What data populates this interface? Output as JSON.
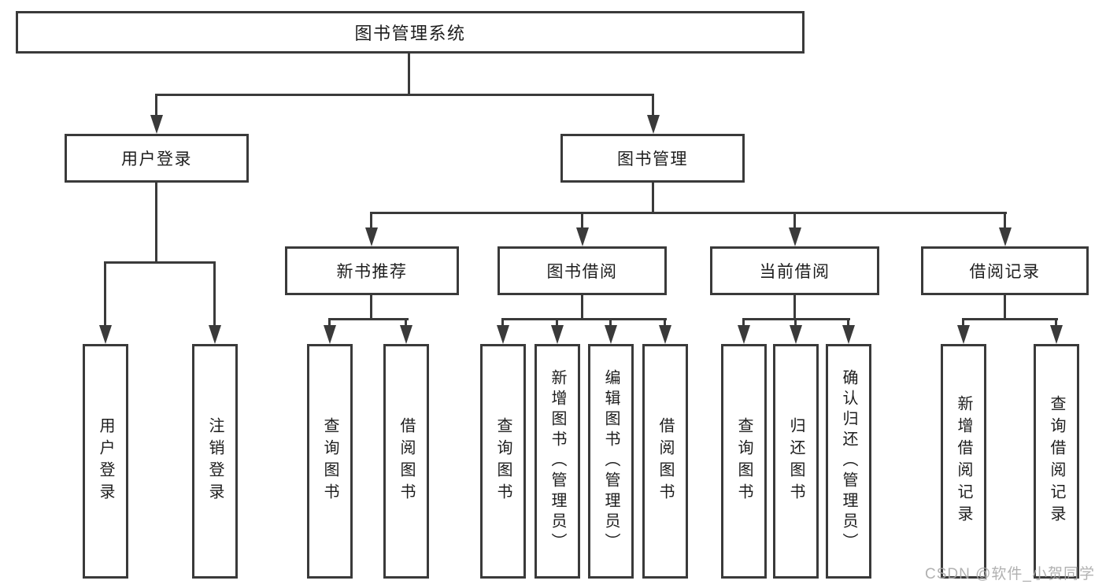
{
  "tree": {
    "root": {
      "label": "图书管理系统",
      "children": [
        {
          "label": "用户登录",
          "children": [
            {
              "label": "用户登录"
            },
            {
              "label": "注销登录"
            }
          ]
        },
        {
          "label": "图书管理",
          "children": [
            {
              "label": "新书推荐",
              "children": [
                {
                  "label": "查询图书"
                },
                {
                  "label": "借阅图书"
                }
              ]
            },
            {
              "label": "图书借阅",
              "children": [
                {
                  "label": "查询图书"
                },
                {
                  "label": "新增图书（管理员）"
                },
                {
                  "label": "编辑图书（管理员）"
                },
                {
                  "label": "借阅图书"
                }
              ]
            },
            {
              "label": "当前借阅",
              "children": [
                {
                  "label": "查询图书"
                },
                {
                  "label": "归还图书"
                },
                {
                  "label": "确认归还（管理员）"
                }
              ]
            },
            {
              "label": "借阅记录",
              "children": [
                {
                  "label": "新增借阅记录"
                },
                {
                  "label": "查询借阅记录"
                }
              ]
            }
          ]
        }
      ]
    }
  },
  "watermark": {
    "text": "CSDN @软件_小贺同学"
  },
  "colors": {
    "line": "#3a3a3a",
    "text": "#1d1d1d",
    "background": "#ffffff",
    "watermark": "#a8a8a8"
  }
}
